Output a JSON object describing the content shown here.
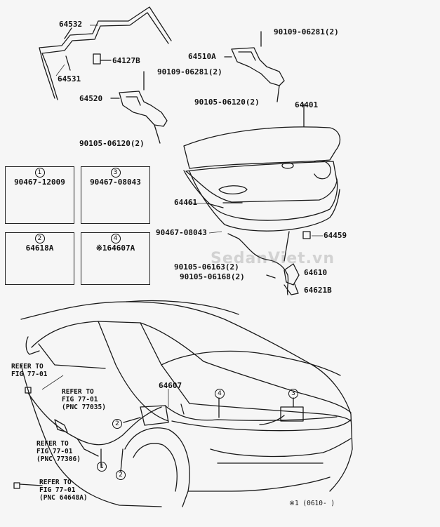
{
  "callouts": {
    "p64532": "64532",
    "p64531": "64531",
    "p64127b": "64127B",
    "p64520": "64520",
    "p64510a": "64510A",
    "p90109_top": "90109-06281(2)",
    "p90109_mid": "90109-06281(2)",
    "p90105_right": "90105-06120(2)",
    "p90105_left": "90105-06120(2)",
    "p64401": "64401",
    "p64461": "64461",
    "p90467": "90467-08043",
    "p64459": "64459",
    "p90105_163": "90105-06163(2)",
    "p90105_168": "90105-06168(2)",
    "p64610": "64610",
    "p64621b": "64621B",
    "p64607": "64607"
  },
  "boxes": [
    {
      "num": "1",
      "part": "90467-12009"
    },
    {
      "num": "3",
      "part": "90467-08043"
    },
    {
      "num": "2",
      "part": "64618A"
    },
    {
      "num": "4",
      "part": "※164607A"
    }
  ],
  "refs": {
    "ref_a": [
      "REFER TO",
      "FIG 77-01"
    ],
    "ref_b": [
      "REFER TO",
      "FIG 77-01",
      "(PNC 77035)"
    ],
    "ref_c": [
      "REFER TO",
      "FIG 77-01",
      "(PNC 77306)"
    ],
    "ref_d": [
      "REFER TO",
      "FIG 77-01",
      "(PNC 64648A)"
    ]
  },
  "markers": {
    "m1": "1",
    "m2a": "2",
    "m2b": "2",
    "m3": "3",
    "m4": "4"
  },
  "footnote": "※1 (0610-      )",
  "watermark": "SedanViet.vn"
}
